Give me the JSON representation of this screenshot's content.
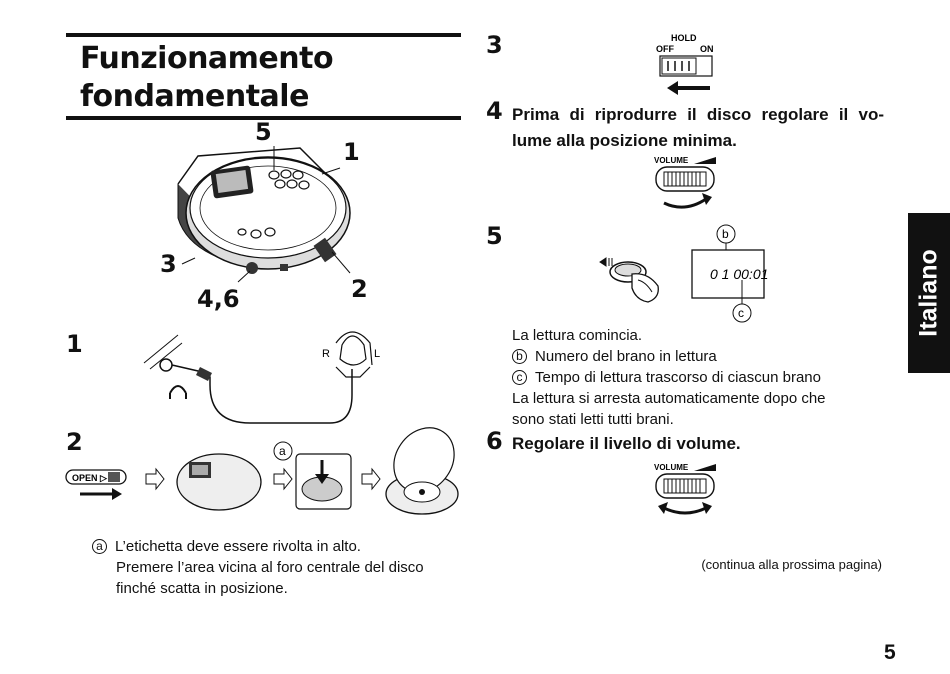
{
  "left": {
    "title_line1": "Funzionamento",
    "title_line2": "fondamentale",
    "device_callouts": [
      "5",
      "1",
      "3",
      "2",
      "4,6"
    ],
    "step1": {
      "num": "1",
      "right_label": "R",
      "left_label": "L"
    },
    "step2": {
      "num": "2",
      "open_label": "OPEN ▷",
      "marker": "a"
    },
    "note": {
      "marker": "a",
      "line1": "L’etichetta deve essere rivolta in alto.",
      "line2": "Premere l’area vicina al foro centrale del disco",
      "line3": "finché scatta in posizione."
    }
  },
  "right": {
    "step3": {
      "num": "3",
      "hold": "HOLD",
      "off": "OFF",
      "on": "ON"
    },
    "step4": {
      "num": "4",
      "line1": "Prima di riprodurre il disco regolare il vo-",
      "line2": "lume alla posizione minima.",
      "volume_label": "VOLUME"
    },
    "step5": {
      "num": "5",
      "display_text": "0 1 00:01",
      "marker_b": "b",
      "marker_c": "c",
      "text1": "La lettura comincia.",
      "item_b": "Numero del brano in lettura",
      "item_c": "Tempo di lettura trascorso di ciascun brano",
      "text2": "La lettura si arresta automaticamente dopo che",
      "text3": "sono stati letti tutti brani."
    },
    "step6": {
      "num": "6",
      "text": "Regolare il livello di volume.",
      "volume_label": "VOLUME"
    },
    "continue": "(continua alla prossima pagina)"
  },
  "side_tab": "Italiano",
  "page_number": "5",
  "colors": {
    "ink": "#111111",
    "paper": "#ffffff",
    "tab_bg": "#111111",
    "tab_text": "#ffffff"
  }
}
